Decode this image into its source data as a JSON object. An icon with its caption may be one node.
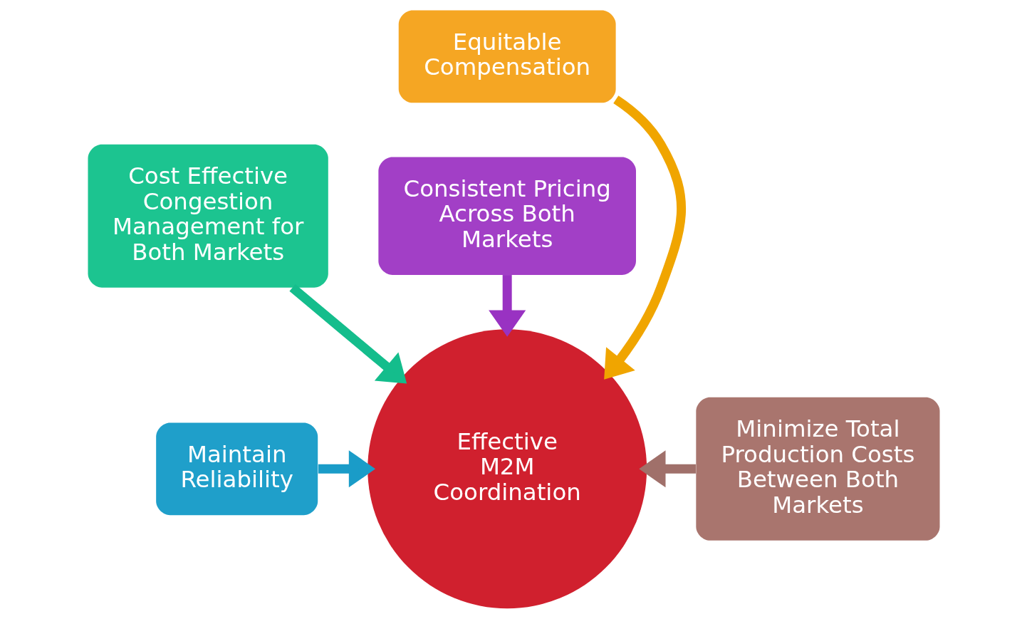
{
  "diagram": {
    "nodes": [
      {
        "text": [
          "Equitable Compensation"
        ]
      },
      {
        "text": [
          "Cost Effective Congestion Management for Both Markets"
        ]
      },
      {
        "text": [
          "Consistent Pricing Across Both Markets"
        ]
      },
      {
        "text": [
          "Maintain Reliability"
        ]
      },
      {
        "text": [
          "Effective M2M Coordination"
        ]
      },
      {
        "text": [
          "Minimize Total Production Costs Between Both Markets"
        ]
      }
    ],
    "edges": [
      {
        "from": 0,
        "to": 4,
        "arrow": "to",
        "color": "#f0a500"
      },
      {
        "from": 1,
        "to": 4,
        "arrow": "to",
        "color": "#14bd8c"
      },
      {
        "from": 2,
        "to": 4,
        "arrow": "to",
        "color": "#9932c2"
      },
      {
        "from": 3,
        "to": 4,
        "arrow": "to",
        "color": "#1a9cc8"
      },
      {
        "from": 5,
        "to": 4,
        "arrow": "to",
        "color": "#a0706a"
      }
    ]
  }
}
